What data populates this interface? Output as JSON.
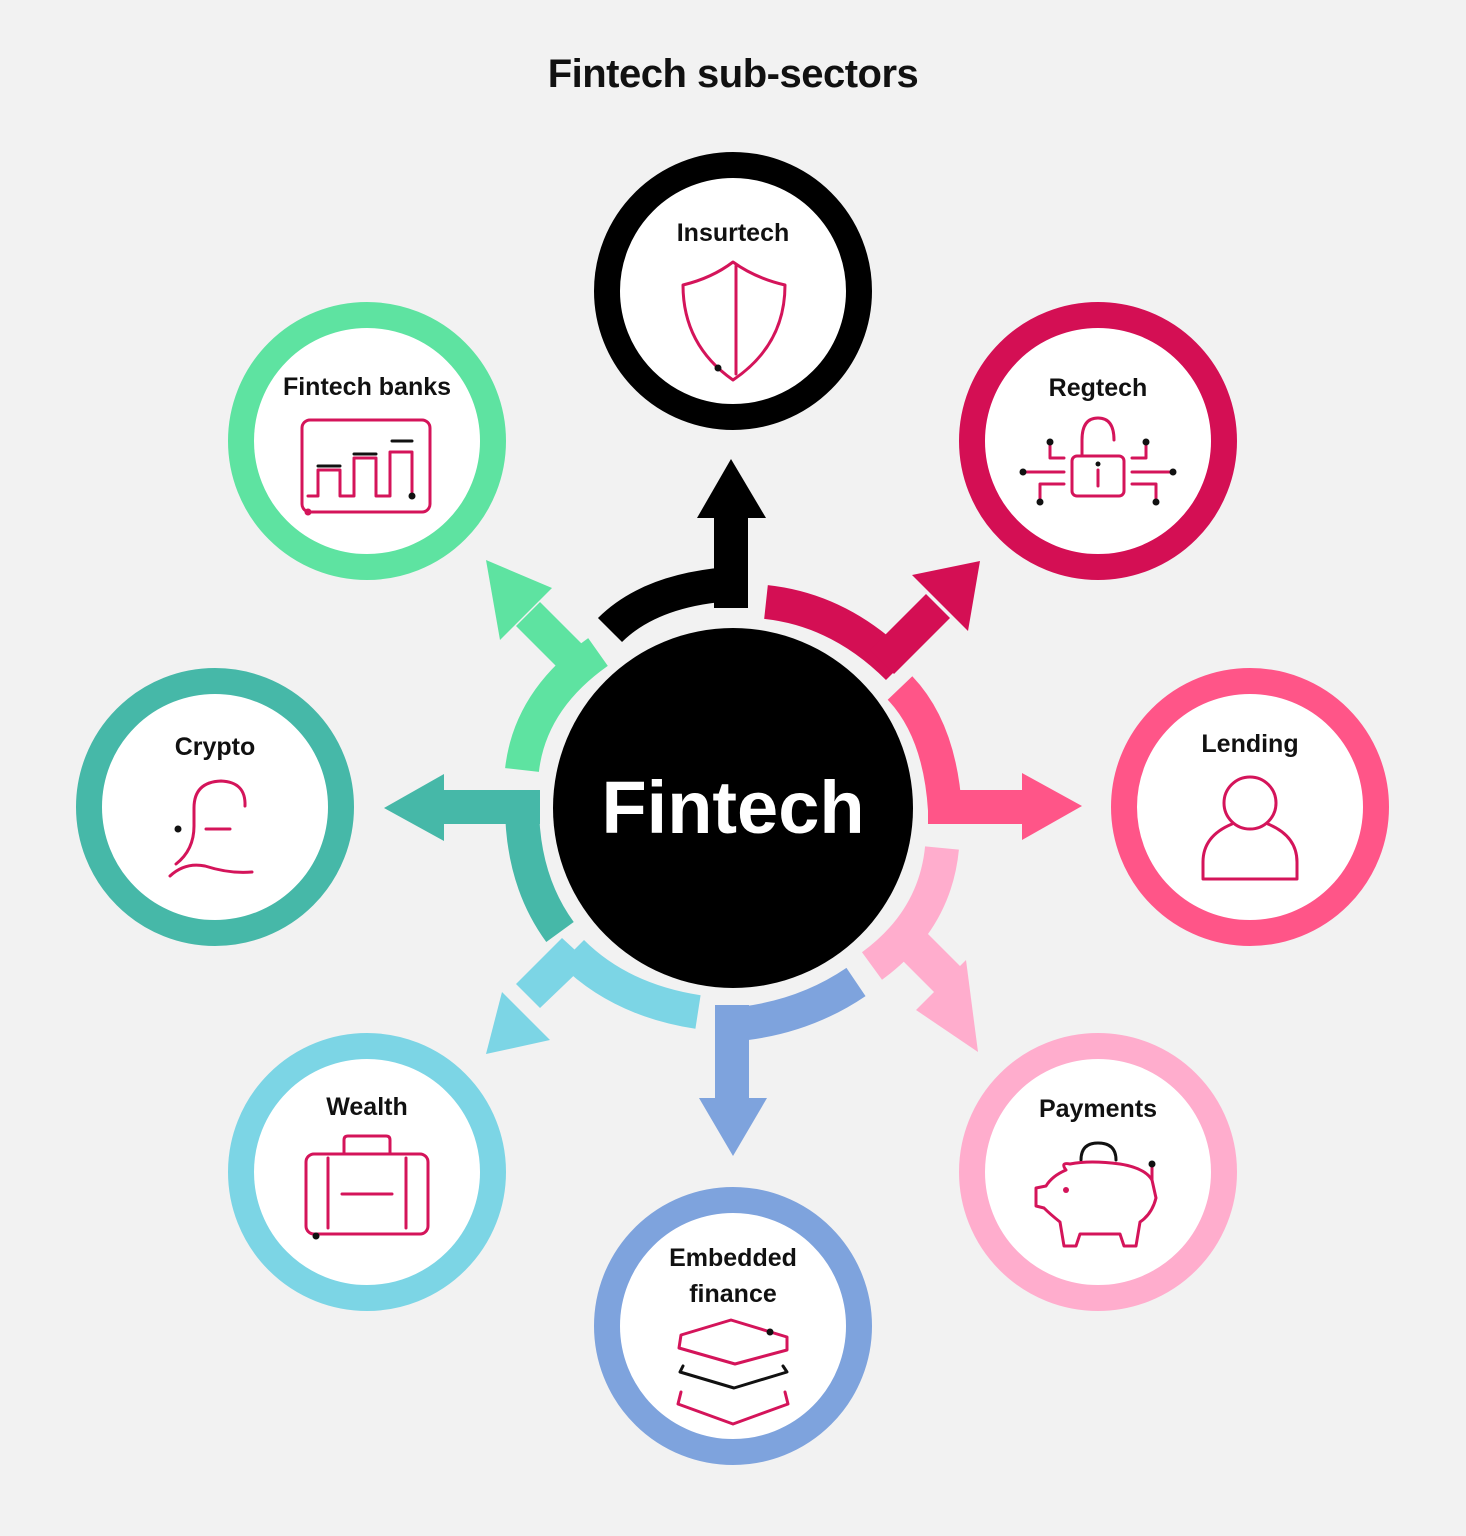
{
  "title": "Fintech sub-sectors",
  "hub": {
    "label": "Fintech",
    "color": "#000000"
  },
  "colors": {
    "background": "#f2f2f2",
    "icon_stroke": "#d4145a"
  },
  "nodes": [
    {
      "id": "insurtech",
      "label": "Insurtech",
      "color": "#000000",
      "icon": "shield-icon"
    },
    {
      "id": "regtech",
      "label": "Regtech",
      "color": "#d40f54",
      "icon": "padlock-circuit-icon"
    },
    {
      "id": "lending",
      "label": "Lending",
      "color": "#ff5588",
      "icon": "person-icon"
    },
    {
      "id": "payments",
      "label": "Payments",
      "color": "#ffadcd",
      "icon": "piggy-bank-icon"
    },
    {
      "id": "embedded-finance",
      "label_lines": [
        "Embedded",
        "finance"
      ],
      "color": "#7ea3dd",
      "icon": "layers-icon"
    },
    {
      "id": "wealth",
      "label": "Wealth",
      "color": "#7cd5e5",
      "icon": "briefcase-icon"
    },
    {
      "id": "crypto",
      "label": "Crypto",
      "color": "#46b8a8",
      "icon": "pound-sign-icon"
    },
    {
      "id": "fintech-banks",
      "label": "Fintech banks",
      "color": "#5ee3a1",
      "icon": "bank-chart-icon"
    }
  ]
}
